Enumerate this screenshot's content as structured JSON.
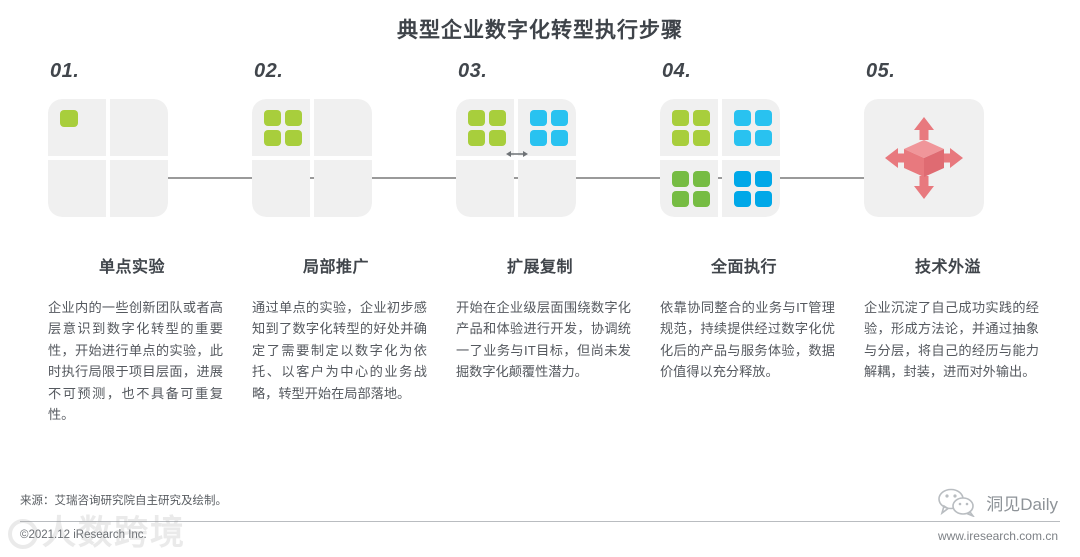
{
  "title": "典型企业数字化转型执行步骤",
  "colors": {
    "green_light": "#A8CE3C",
    "green_dark": "#76BC43",
    "blue_light": "#29C2F0",
    "blue_dark": "#00A8E8",
    "salmon": "#E8797E",
    "card_gray": "#F0F0F0",
    "connector": "#9A9A9A",
    "heading": "#40454B",
    "body": "#55595F"
  },
  "steps": [
    {
      "number": "01.",
      "heading": "单点实验",
      "body": "企业内的一些创新团队或者高层意识到数字化转型的重要性，开始进行单点的实验，此时执行局限于项目层面，进展不可预测，也不具备可重复性。",
      "icon": "grid-one-cell-icon"
    },
    {
      "number": "02.",
      "heading": "局部推广",
      "body": "通过单点的实验，企业初步感知到了数字化转型的好处并确定了需要制定以数字化为依托、以客户为中心的业务战略，转型开始在局部落地。",
      "icon": "grid-one-quadrant-icon"
    },
    {
      "number": "03.",
      "heading": "扩展复制",
      "body": "开始在企业级层面围绕数字化产品和体验进行开发，协调统一了业务与IT目标，但尚未发掘数字化颠覆性潜力。",
      "icon": "grid-two-quadrants-exchange-icon"
    },
    {
      "number": "04.",
      "heading": "全面执行",
      "body": "依靠协同整合的业务与IT管理规范，持续提供经过数字化优化后的产品与服务体验，数据价值得以充分释放。",
      "icon": "grid-four-quadrants-icon"
    },
    {
      "number": "05.",
      "heading": "技术外溢",
      "body": "企业沉淀了自己成功实践的经验，形成方法论，并通过抽象与分层，将自己的经历与能力解耦，封装，进而对外输出。",
      "icon": "cube-expand-icon"
    }
  ],
  "footer": {
    "source": "来源：艾瑞咨询研究院自主研究及绘制。",
    "copyright": "©2021.12 iResearch Inc.",
    "brand": "洞见Daily",
    "site": "www.iresearch.com.cn",
    "watermark": "人数跨境"
  }
}
